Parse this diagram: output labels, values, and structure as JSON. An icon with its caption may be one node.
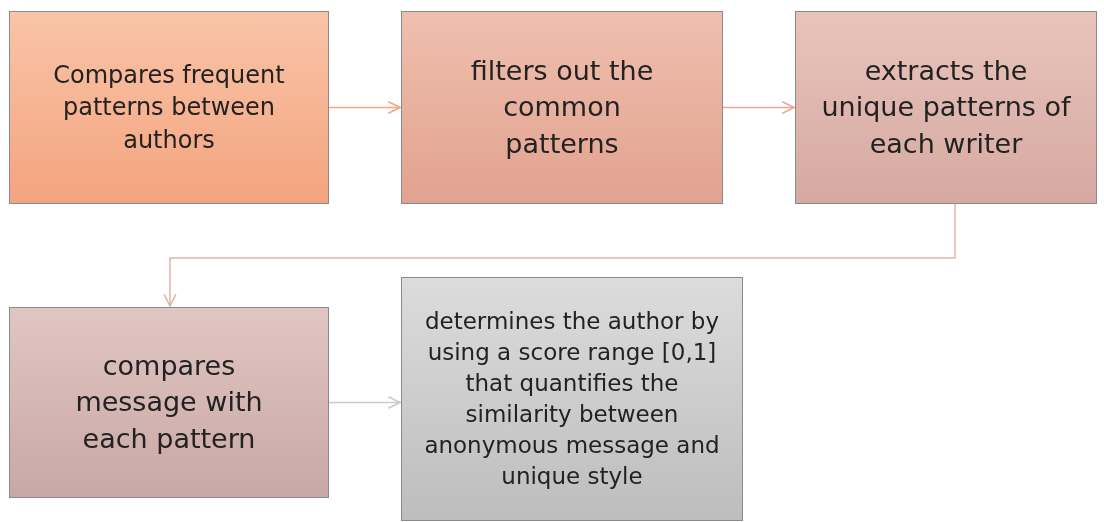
{
  "diagram": {
    "nodes": [
      {
        "text": [
          "Compares frequent patterns between authors"
        ]
      },
      {
        "text": [
          "filters out the common patterns"
        ]
      },
      {
        "text": [
          "extracts the unique patterns of each writer"
        ]
      },
      {
        "text": [
          "compares message with each pattern"
        ]
      },
      {
        "text": [
          "determines the author by using a score range [0,1] that quantifies the similarity between anonymous message and unique style"
        ]
      }
    ],
    "edges": [
      {
        "from": 0,
        "to": 1,
        "arrow": "to",
        "color": "#f4a888"
      },
      {
        "from": 1,
        "to": 2,
        "arrow": "to",
        "color": "#e8aa98"
      },
      {
        "from": 2,
        "to": 3,
        "arrow": "to",
        "color": "#e2b4aa"
      },
      {
        "from": 3,
        "to": 4,
        "arrow": "to",
        "color": "#cccccc"
      }
    ]
  }
}
